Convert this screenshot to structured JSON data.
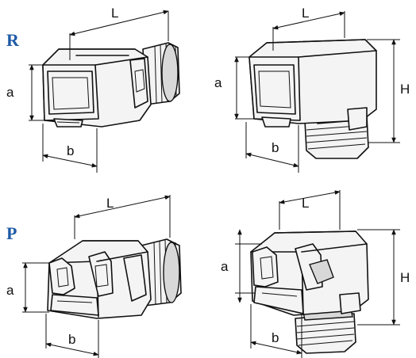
{
  "rows": [
    {
      "label": "R"
    },
    {
      "label": "P"
    }
  ],
  "dimensions": {
    "length": "L",
    "width": "b",
    "height_a": "a",
    "height_H": "H"
  },
  "colors": {
    "row_label": "#1f5aa6",
    "line": "#111111"
  }
}
